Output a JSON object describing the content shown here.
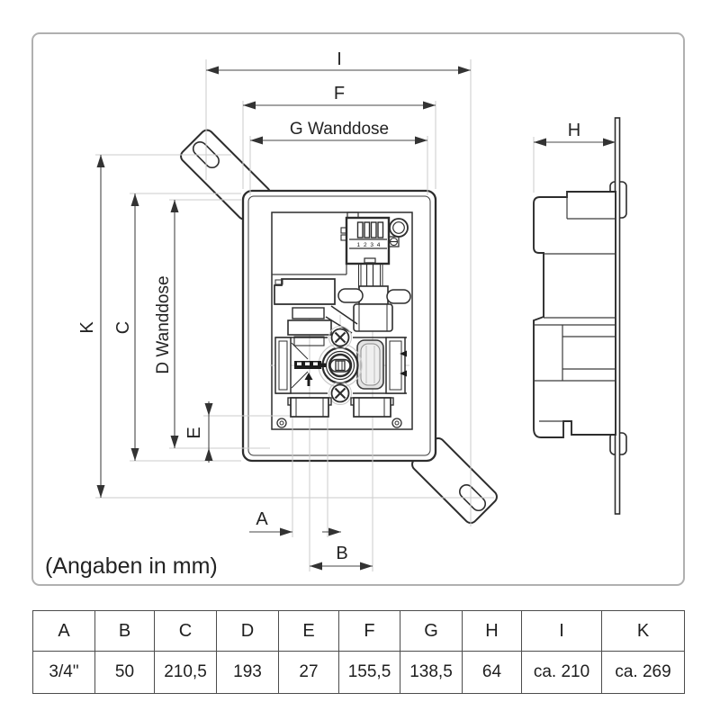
{
  "note": "(Angaben in mm)",
  "dims": {
    "i": "I",
    "f": "F",
    "g": "G Wanddose",
    "k": "K",
    "c": "C",
    "d": "D Wanddose",
    "e": "E",
    "a": "A",
    "b": "B",
    "h": "H"
  },
  "drawing": {
    "terminal_numbers": "1 2 3 4"
  },
  "table": {
    "headers": [
      "A",
      "B",
      "C",
      "D",
      "E",
      "F",
      "G",
      "H",
      "I",
      "K"
    ],
    "values": [
      "3/4\"",
      "50",
      "210,5",
      "193",
      "27",
      "155,5",
      "138,5",
      "64",
      "ca. 210",
      "ca. 269"
    ]
  },
  "colors": {
    "line": "#2d2d2d",
    "dimension": "#474747",
    "faint_line": "#cbcbcb",
    "frame": "#b0b0b0",
    "table_border": "#4c4c4c",
    "background": "#ffffff"
  }
}
